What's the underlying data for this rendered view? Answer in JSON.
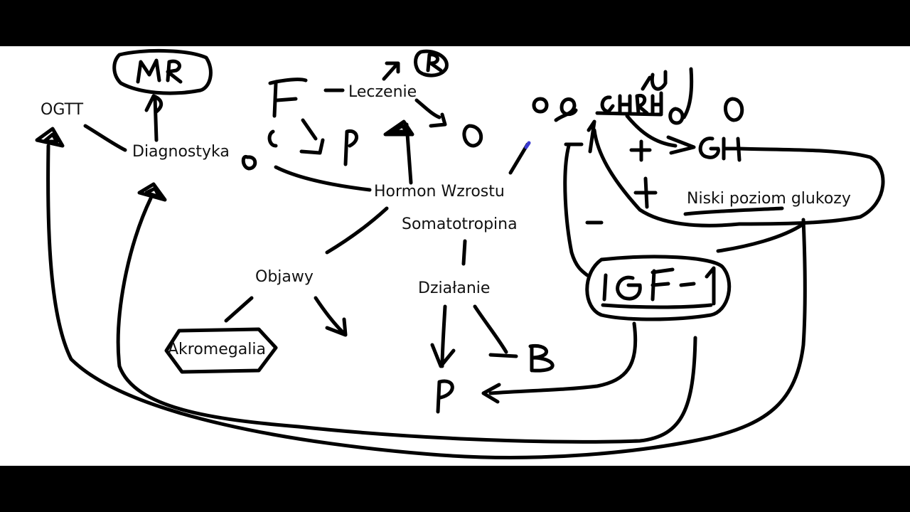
{
  "canvas": {
    "background": "#ffffff",
    "frame": "#000000",
    "ink": "#000000",
    "accent_ink": "#3a3ad0"
  },
  "labels": {
    "ogtt": "OGTT",
    "diagnostyka": "Diagnostyka",
    "leczenie": "Leczenie",
    "hormon_wzrostu": "Hormon Wzrostu",
    "somatotropina": "Somatotropina",
    "objawy": "Objawy",
    "dzialanie": "Działanie",
    "akromegalia": "Akromegalia",
    "niski_poziom_glukozy": "Niski poziom glukozy"
  }
}
